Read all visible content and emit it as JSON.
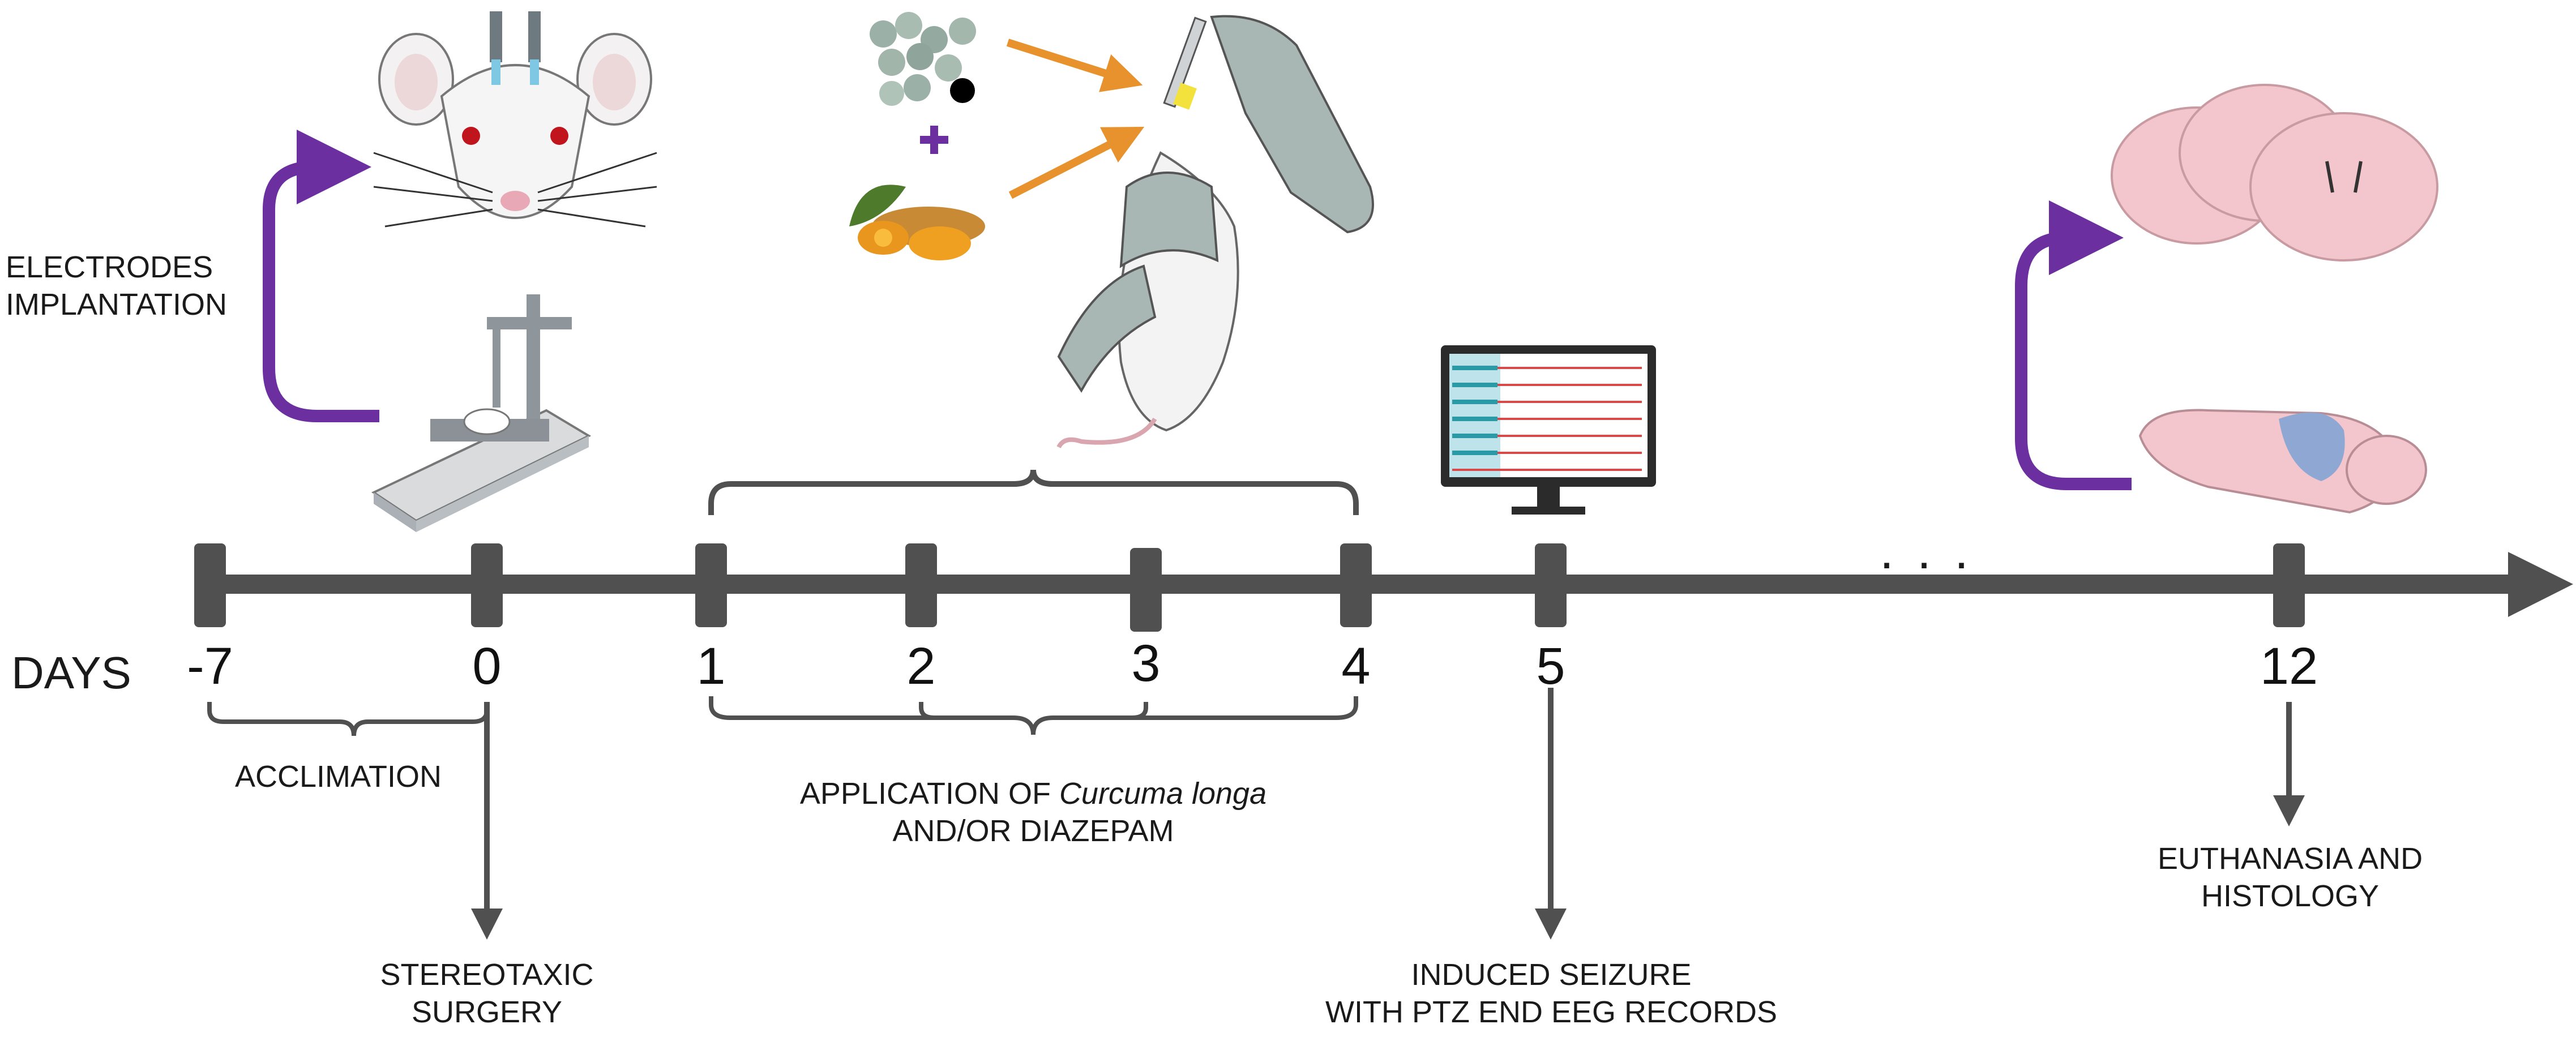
{
  "axis_label": "DAYS",
  "ticks": [
    "-7",
    "0",
    "1",
    "2",
    "3",
    "4",
    "5",
    "12"
  ],
  "continuation": ". . .",
  "labels": {
    "electrodes": [
      "ELECTRODES",
      "IMPLANTATION"
    ],
    "acclimation": "ACCLIMATION",
    "surgery": [
      "STEREOTAXIC",
      "SURGERY"
    ],
    "application_prefix": "APPLICATION OF ",
    "application_species": "Curcuma longa",
    "application_line2": "AND/OR DIAZEPAM",
    "seizure": [
      "INDUCED SEIZURE",
      "WITH PTZ END EEG RECORDS"
    ],
    "euthanasia": [
      "EUTHANASIA AND",
      "HISTOLOGY"
    ]
  },
  "colors": {
    "timeline": "#505050",
    "purple_arrow": "#6b2fa0",
    "orange_arrow": "#e8922e",
    "brain": "#f2c6cc",
    "glove": "#a9b7b4"
  },
  "icons": [
    "rat-head-icon",
    "stereotaxic-frame-icon",
    "diazepam-pills-icon",
    "turmeric-icon",
    "injection-icon",
    "eeg-monitor-icon",
    "brain-slices-icon",
    "brain-sagittal-icon"
  ]
}
